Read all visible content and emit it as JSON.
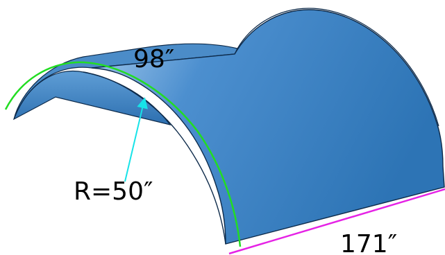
{
  "shape": {
    "kind": "half-cylinder shell",
    "fill_color": "#2d74b5",
    "highlight_color": "#a9cdee",
    "edge_color": "#0d2a4a"
  },
  "dimensions": {
    "width_label": "98″",
    "radius_label": "R=50″",
    "length_label": "171″"
  },
  "annotation_colors": {
    "radius_arc": "#22dd22",
    "radius_arrow": "#17e3e8",
    "length_line": "#e522e5"
  }
}
